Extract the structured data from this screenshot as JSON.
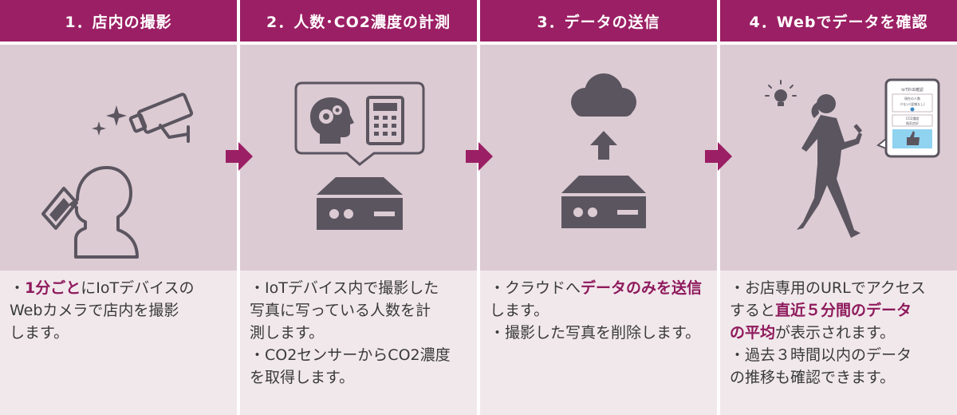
{
  "colors": {
    "header": "#9b1f64",
    "header_text": "#ffffff",
    "illustration_bg": "#dccbd3",
    "description_bg": "#f1e8ec",
    "icon": "#5b5560",
    "arrow": "#9b1f64",
    "emphasis_text": "#8e1a5c",
    "phone_screen_accent": "#8fd3f0"
  },
  "steps": [
    {
      "header": "1．店内の撮影",
      "icons": [
        "sparkle-icon",
        "security-camera-icon",
        "person-head-icon",
        "smartphone-camera-icon"
      ],
      "lines": [
        [
          {
            "t": "・"
          },
          {
            "t": "1分ごと",
            "em": true
          },
          {
            "t": "にIoTデバイスの"
          }
        ],
        [
          {
            "t": "Webカメラで店内を撮影"
          }
        ],
        [
          {
            "t": "します。"
          }
        ]
      ]
    },
    {
      "header": "2．人数･CO2濃度の計測",
      "icons": [
        "gear-head-icon",
        "calculator-icon",
        "iot-device-icon"
      ],
      "lines": [
        [
          {
            "t": "・IoTデバイス内で撮影した"
          }
        ],
        [
          {
            "t": "写真に写っている人数を計"
          }
        ],
        [
          {
            "t": "測します。"
          }
        ],
        [
          {
            "t": "・CO2センサーからCO2濃度"
          }
        ],
        [
          {
            "t": "を取得します。"
          }
        ]
      ]
    },
    {
      "header": "3．データの送信",
      "icons": [
        "cloud-icon",
        "upload-arrow-icon",
        "iot-device-icon"
      ],
      "lines": [
        [
          {
            "t": "・クラウドへ"
          },
          {
            "t": "データのみを送信",
            "em": true
          }
        ],
        [
          {
            "t": "します。"
          }
        ],
        [
          {
            "t": "・撮影した写真を削除します。"
          }
        ]
      ]
    },
    {
      "header": "4．Webでデータを確認",
      "icons": [
        "lightbulb-icon",
        "walking-person-icon",
        "phone-screen-icon"
      ],
      "phone_screen": {
        "title": "IoT外出確認",
        "rows": [
          "現在の人数",
          "少ない(混雑なし)",
          "CO2濃度",
          "換気良好"
        ]
      },
      "lines": [
        [
          {
            "t": "・お店専用のURLでアクセス"
          }
        ],
        [
          {
            "t": "すると"
          },
          {
            "t": "直近５分間のデータ",
            "em": true
          }
        ],
        [
          {
            "t": "の平均",
            "em": true
          },
          {
            "t": "が表示されます。"
          }
        ],
        [
          {
            "t": "・過去３時間以内のデータ"
          }
        ],
        [
          {
            "t": "の推移も確認できます。"
          }
        ]
      ]
    }
  ]
}
